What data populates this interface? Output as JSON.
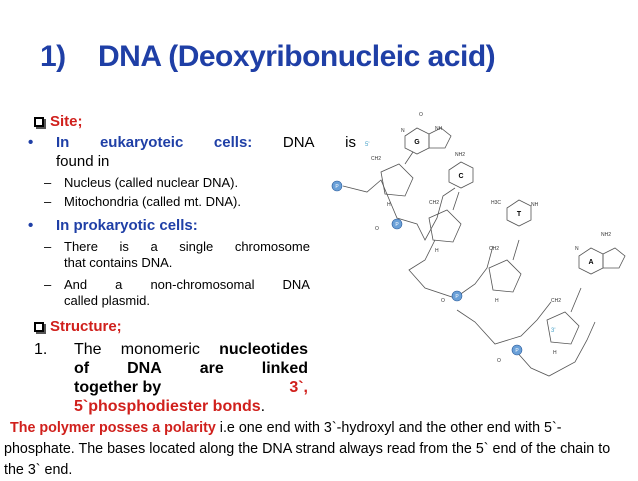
{
  "title": {
    "number": "1)",
    "text": "DNA (Deoxyribonucleic acid)"
  },
  "site": {
    "heading": "Site;",
    "eukaryotic": {
      "word1": "In",
      "word2": "eukaryoteic",
      "word3": "cells:",
      "rest1": "DNA",
      "rest2": "is",
      "rest3": "found in"
    },
    "euk_items": [
      "Nucleus (called nuclear DNA).",
      "Mitochondria (called mt. DNA)."
    ],
    "prokaryotic_heading": "In prokaryotic cells:",
    "prok_items": [
      {
        "l1": [
          "There",
          "is",
          "a",
          "single",
          "chromosome"
        ],
        "l2": "that contains DNA."
      },
      {
        "l1": [
          "And",
          "a",
          "non-chromosomal",
          "DNA"
        ],
        "l2": "called plasmid."
      }
    ]
  },
  "structure": {
    "heading": "Structure;",
    "item_num": "1.",
    "line1": [
      "The",
      "monomeric",
      "nucleotides"
    ],
    "line2": [
      "of",
      "DNA",
      "are",
      "linked"
    ],
    "line3a": "together by",
    "line3b": "3`,",
    "line4": "5`phosphodiester bonds",
    "line4_end": "."
  },
  "polarity": {
    "lead": "The polymer posses a polarity",
    "text": " i.e one end with 3`-hydroxyl and the other end with 5`-phosphate. The bases located along the DNA strand always read from the 5` end of the chain to the 3` end."
  },
  "diagram": {
    "bases": [
      "G",
      "C",
      "T",
      "A"
    ],
    "phosphate": "P",
    "end5": "5'",
    "end3": "3'",
    "labels": {
      "ch2": "CH2",
      "o": "O",
      "h": "H",
      "n": "N",
      "nh": "NH",
      "nh2": "NH2",
      "h3c": "H3C"
    }
  },
  "colors": {
    "title": "#1f3fa6",
    "accent_red": "#d0201c",
    "phosphate_fill": "#6aa0d8",
    "end_label": "#4aa3c9"
  }
}
